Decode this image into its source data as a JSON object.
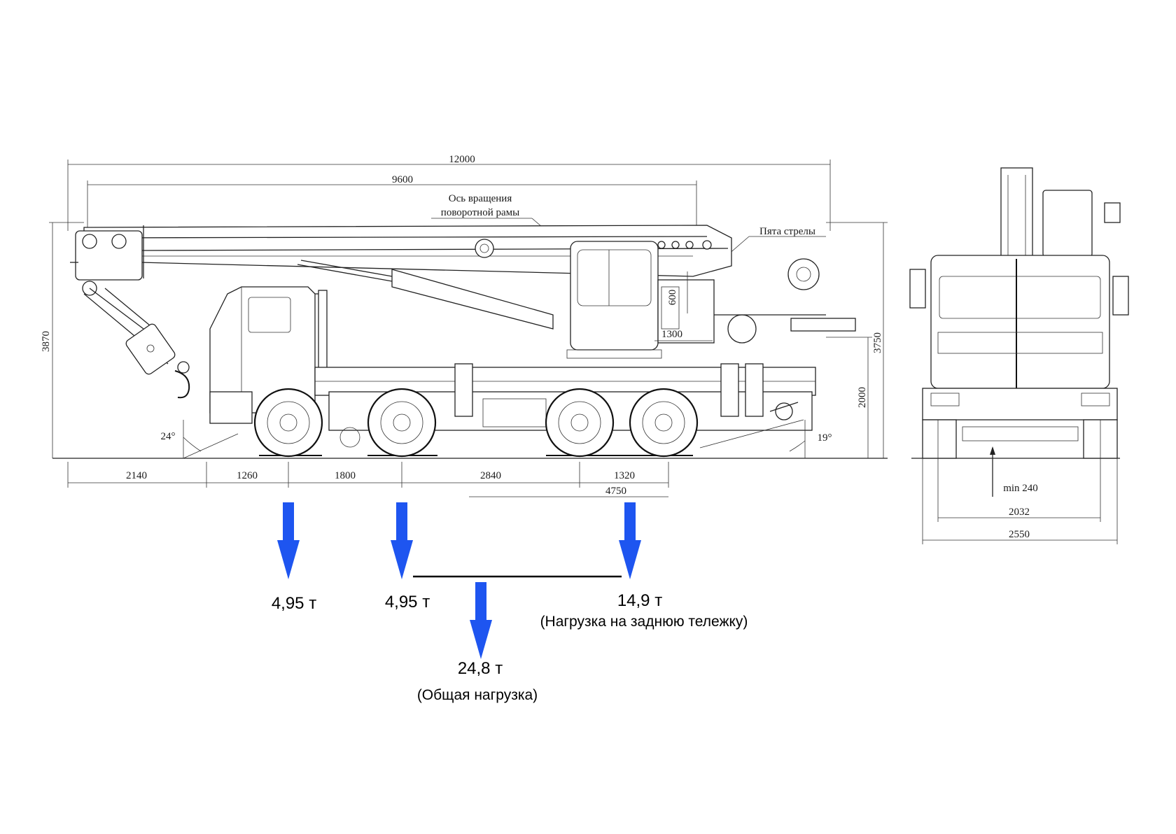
{
  "dimensions": {
    "overall_length": "12000",
    "boom_length": "9600",
    "height_total": "3870",
    "height_cab": "3750",
    "height_frame": "2000",
    "cab_offset_h": "600",
    "cab_offset_w": "1300",
    "overhang_front": "2140",
    "axle_1_2": "1260",
    "axle_2_3": "1800",
    "axle_3_4": "2840",
    "axle_4_5": "1320",
    "rear_dim": "4750",
    "angle_front": "24°",
    "angle_rear": "19°",
    "ground_clearance": "min 240",
    "track_width": "2032",
    "overall_width": "2550"
  },
  "annotations": {
    "rotation_axis_line1": "Ось вращения",
    "rotation_axis_line2": "поворотной рамы",
    "boom_heel": "Пята стрелы"
  },
  "loads": {
    "axle1": "4,95 т",
    "axle2": "4,95 т",
    "rear_bogie": "14,9 т",
    "rear_bogie_note": "(Нагрузка на заднюю тележку)",
    "total": "24,8 т",
    "total_note": "(Общая нагрузка)"
  },
  "colors": {
    "arrow": "#1e55f0",
    "drawing": "#222222"
  }
}
